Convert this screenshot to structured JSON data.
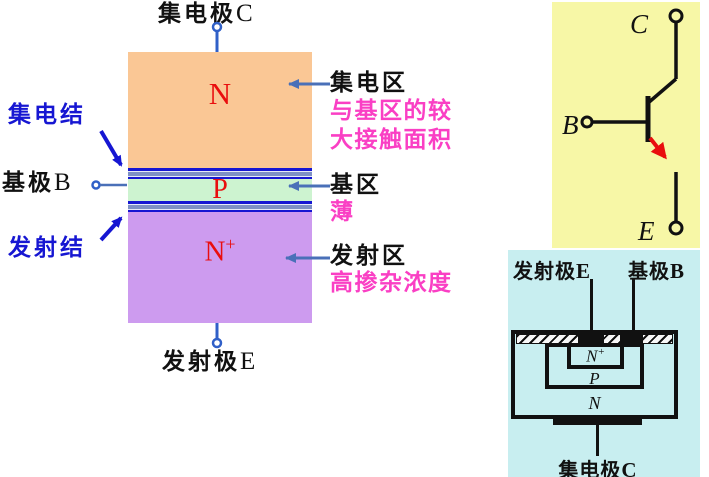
{
  "colors": {
    "collector_region": "#FAC795",
    "base_region": "#CDF3D0",
    "emitter_region": "#CD9BEF",
    "junction_blue": "#1616D2",
    "note_pink": "#FA3FC4",
    "region_letter_red": "#E90E0E",
    "arrow_steel_blue": "#4A70B8",
    "lead_blue": "#3060C8",
    "symbol_panel_bg": "#F7F7A6",
    "symbol_arrow_red": "#E90E0E",
    "cross_section_panel_bg": "#C8EEF0"
  },
  "structure": {
    "collector_terminal": {
      "cn": "集电极",
      "en": "C"
    },
    "emitter_terminal": {
      "cn": "发射极",
      "en": "E"
    },
    "base_terminal": {
      "cn": "基极",
      "en": "B"
    },
    "collector_junction_label": "集电结",
    "emitter_junction_label": "发射结",
    "regions": {
      "collector": {
        "letter": "N",
        "label": "集电区",
        "note_line1": "与基区的较",
        "note_line2": "大接触面积"
      },
      "base": {
        "letter": "P",
        "label": "基区",
        "note_line1": "薄"
      },
      "emitter": {
        "letter": "N",
        "sup": "+",
        "label": "发射区",
        "note_line1": "高掺杂浓度"
      }
    }
  },
  "symbol": {
    "collector": "C",
    "base": "B",
    "emitter": "E"
  },
  "cross_section": {
    "emitter_label": {
      "cn": "发射极",
      "en": "E"
    },
    "base_label": {
      "cn": "基极",
      "en": "B"
    },
    "collector_label": {
      "cn": "集电极",
      "en": "C"
    },
    "layers": {
      "emitter": {
        "letter": "N",
        "sup": "+"
      },
      "base": {
        "letter": "P"
      },
      "collector": {
        "letter": "N"
      }
    }
  }
}
